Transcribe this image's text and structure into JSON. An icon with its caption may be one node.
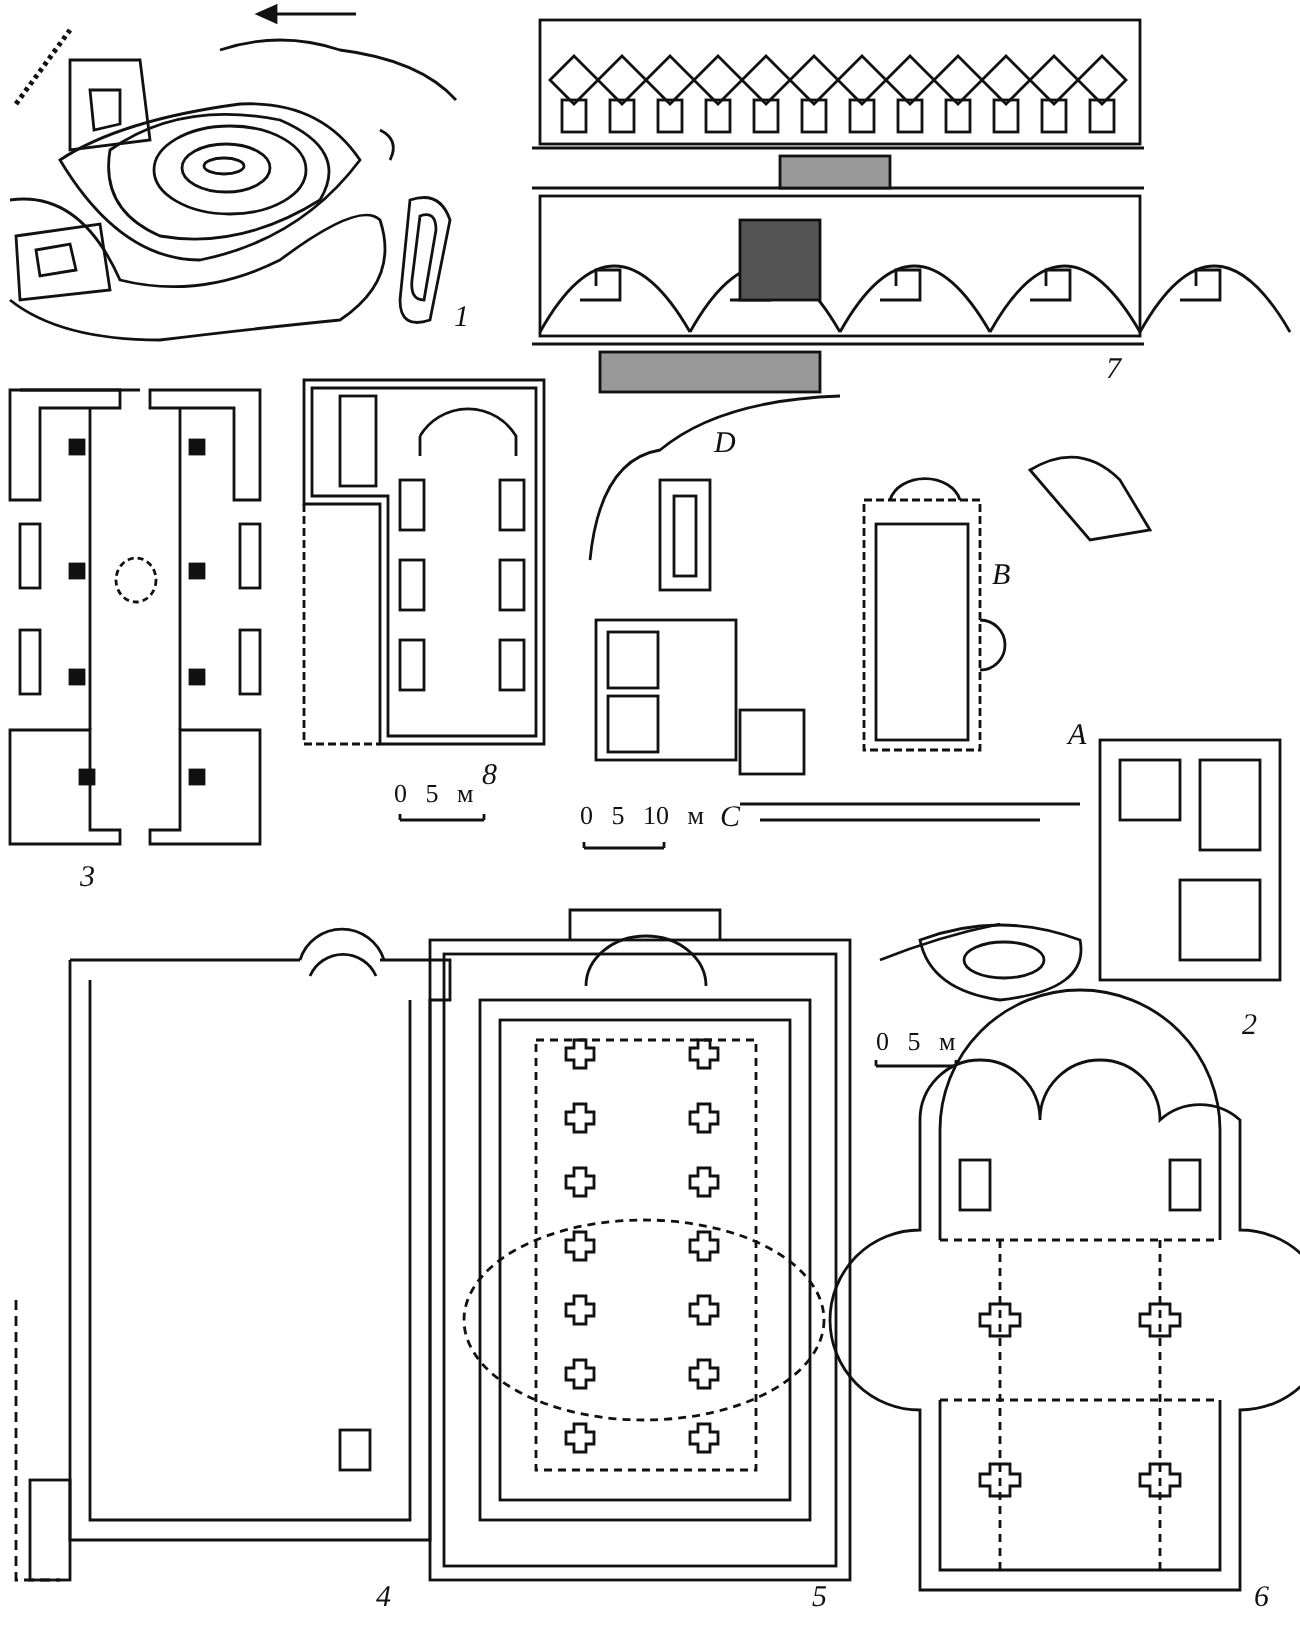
{
  "diagram": {
    "labels": [
      "1",
      "7",
      "D",
      "B",
      "3",
      "8",
      "0 5 м",
      "A",
      "0 5 10 м",
      "C",
      "2",
      "0 5 м",
      "4",
      "5",
      "6"
    ]
  }
}
